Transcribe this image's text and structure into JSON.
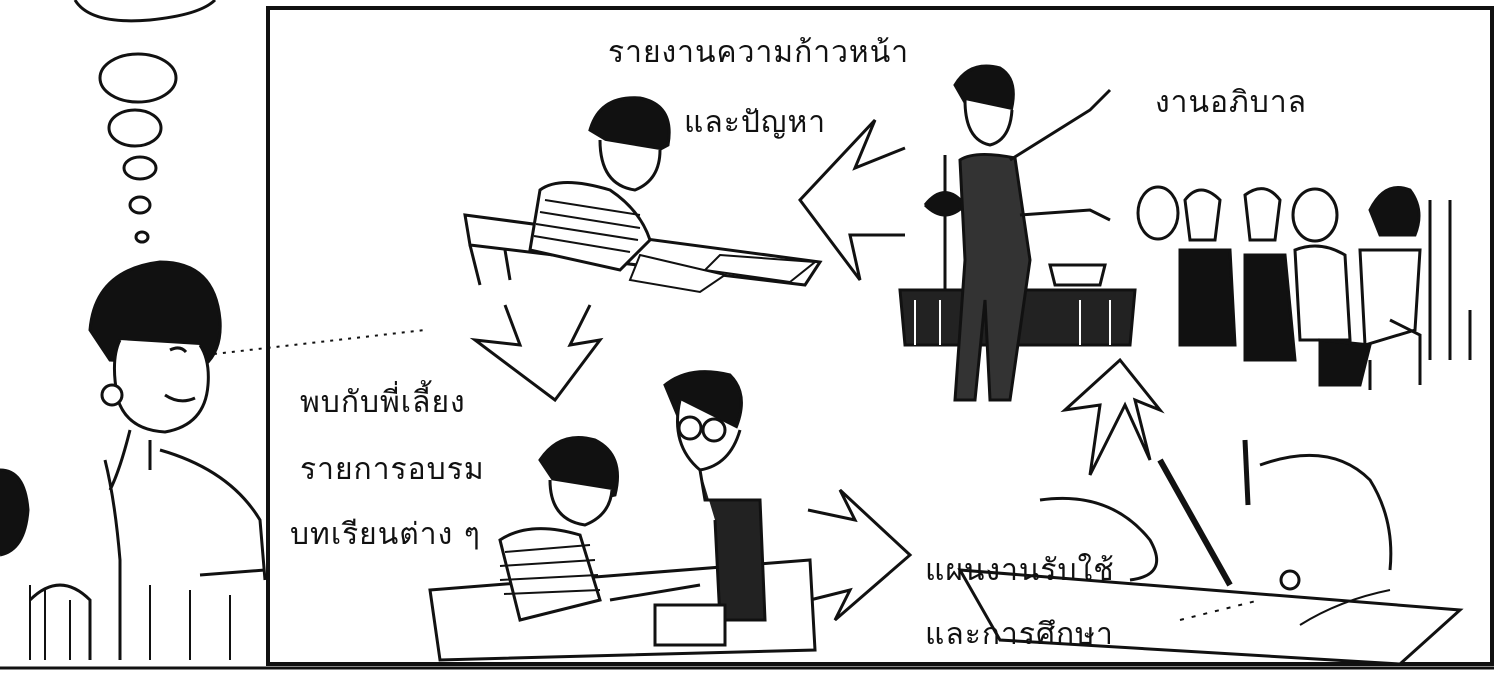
{
  "labels": {
    "progress_line1": "รายงานความก้าวหน้า",
    "progress_line2": "และปัญหา",
    "pastoral": "งานอภิบาล",
    "mentor_line1": "พบกับพี่เลี้ยง",
    "mentor_line2": "รายการอบรม",
    "mentor_line3": "บทเรียนต่าง ๆ",
    "plan_line1": "แผนงานรับใช้",
    "plan_line2": "และการศึกษา"
  },
  "colors": {
    "ink": "#111111",
    "paper": "#ffffff",
    "shade": "#1a1a1a"
  }
}
